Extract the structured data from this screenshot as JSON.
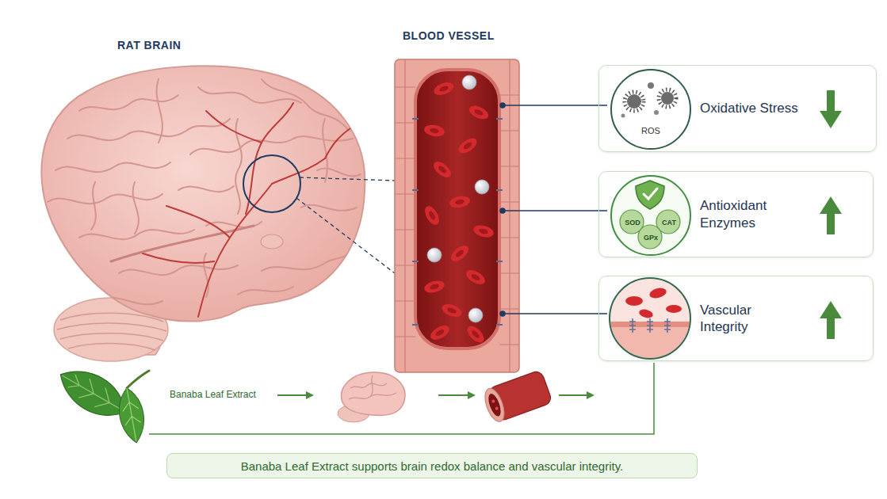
{
  "diagram": {
    "caption": "Banaba Leaf Extract supports brain redox balance and vascular integrity.",
    "nodes": [
      {
        "text": [
          "Oxidative Stress"
        ]
      },
      {
        "text": [
          "ROS"
        ],
        "in": 0
      },
      {
        "text": [
          "Antioxidant Enzymes"
        ]
      },
      {
        "text": [
          "SOD",
          "CAT",
          "GPx"
        ],
        "in": 2
      },
      {
        "text": [
          "Vascular Integrity"
        ]
      }
    ],
    "labels": [
      "RAT BRAIN",
      "BLOOD VESSEL",
      "Banaba Leaf Extract"
    ]
  }
}
